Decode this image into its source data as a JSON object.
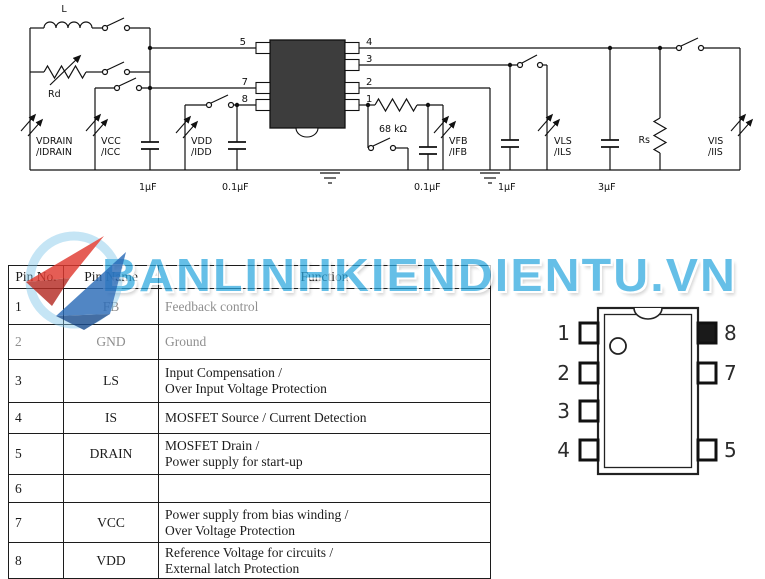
{
  "watermark": {
    "text": "BANLINHKIENDIENTU.VN",
    "color": "#2aa7df"
  },
  "schematic": {
    "inductor": "L",
    "rd": "Rd",
    "r68k": "68 kΩ",
    "rs": "Rs",
    "ic_pins_left": [
      "5",
      "7",
      "8"
    ],
    "ic_pins_right": [
      "4",
      "3",
      "2",
      "1"
    ],
    "caps": [
      "1µF",
      "0.1µF",
      "0.1µF",
      "1µF",
      "3µF"
    ],
    "sources": {
      "vdrain": [
        "VDRAIN",
        "/IDRAIN"
      ],
      "vcc": [
        "VCC",
        "/ICC"
      ],
      "vdd": [
        "VDD",
        "/IDD"
      ],
      "vfb": [
        "VFB",
        "/IFB"
      ],
      "vls": [
        "VLS",
        "/ILS"
      ],
      "vis": [
        "VIS",
        "/IIS"
      ]
    }
  },
  "table": {
    "headers": [
      "Pin No.",
      "Pin Name",
      "Function"
    ],
    "rows": [
      {
        "no": "1",
        "name": "FB",
        "function": "Feedback control"
      },
      {
        "no": "2",
        "name": "GND",
        "function": "Ground"
      },
      {
        "no": "3",
        "name": "LS",
        "function": "Input Compensation /\nOver Input Voltage Protection"
      },
      {
        "no": "4",
        "name": "IS",
        "function": "MOSFET Source / Current Detection"
      },
      {
        "no": "5",
        "name": "DRAIN",
        "function": "MOSFET Drain /\nPower supply for start-up"
      },
      {
        "no": "6",
        "name": "",
        "function": ""
      },
      {
        "no": "7",
        "name": "VCC",
        "function": "Power supply from bias winding /\nOver Voltage Protection"
      },
      {
        "no": "8",
        "name": "VDD",
        "function": "Reference Voltage for circuits /\nExternal latch Protection"
      }
    ]
  },
  "pinout": {
    "left": [
      "1",
      "2",
      "3",
      "4"
    ],
    "right": [
      "8",
      "7",
      "5"
    ]
  }
}
